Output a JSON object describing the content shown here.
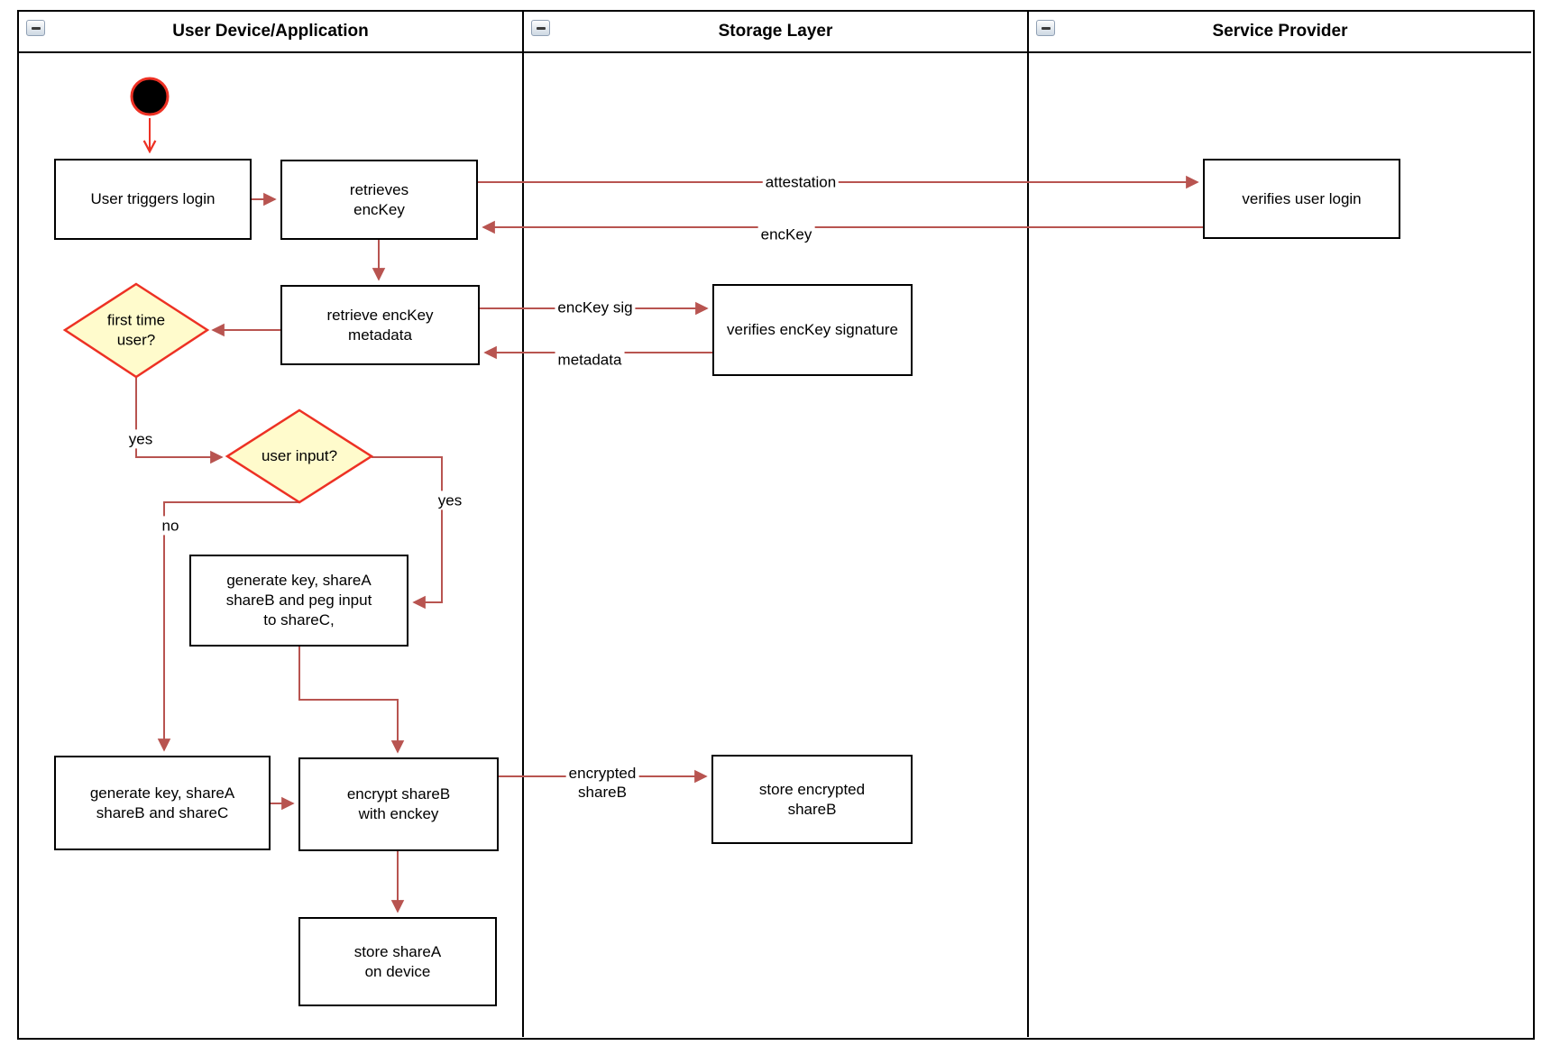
{
  "lanes": [
    {
      "label": "User Device/Application"
    },
    {
      "label": "Storage Layer"
    },
    {
      "label": "Service Provider"
    }
  ],
  "nodes": {
    "user_triggers_login": "User triggers login",
    "retrieves_enckey": "retrieves\nencKey",
    "verifies_user_login": "verifies user login",
    "retrieve_enckey_metadata": "retrieve encKey\nmetadata",
    "verifies_enckey_signature": "verifies encKey signature",
    "first_time_user": "first time\nuser?",
    "user_input": "user input?",
    "generate_key_peg": "generate key, shareA\nshareB and peg input\nto shareC,",
    "generate_key_abc": "generate key, shareA\nshareB and shareC",
    "encrypt_shareb": "encrypt shareB\nwith enckey",
    "store_encrypted_shareb": "store encrypted\nshareB",
    "store_sharea": "store shareA\non device"
  },
  "edge_labels": {
    "attestation": "attestation",
    "enckey": "encKey",
    "enckey_sig": "encKey sig",
    "metadata": "metadata",
    "yes_first_time": "yes",
    "no_user_input": "no",
    "yes_user_input": "yes",
    "encrypted_shareb": "encrypted\nshareB"
  },
  "colors": {
    "edge": "#B85450",
    "accent_red": "#ED3124",
    "diamond_fill": "#FFFBCC",
    "node_border": "#000000",
    "node_fill": "#FFFFFF"
  }
}
